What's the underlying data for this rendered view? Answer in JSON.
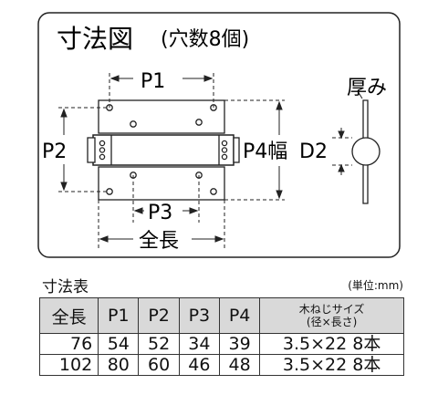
{
  "diagram": {
    "title": "寸法図",
    "subtitle": "(穴数8個)",
    "labels": {
      "p1": "P1",
      "p2": "P2",
      "p3": "P3",
      "p4": "P4幅",
      "total": "全長",
      "thickness": "厚み",
      "d2": "D2"
    }
  },
  "spec": {
    "title": "寸法表",
    "unit": "(単位:mm)",
    "headers": [
      "全長",
      "P1",
      "P2",
      "P3",
      "P4",
      "木ねじサイズ",
      "(径×長さ)"
    ],
    "rows": [
      [
        "76",
        "54",
        "52",
        "34",
        "39",
        "3.5×22 8本"
      ],
      [
        "102",
        "80",
        "60",
        "46",
        "48",
        "3.5×22 8本"
      ]
    ]
  }
}
